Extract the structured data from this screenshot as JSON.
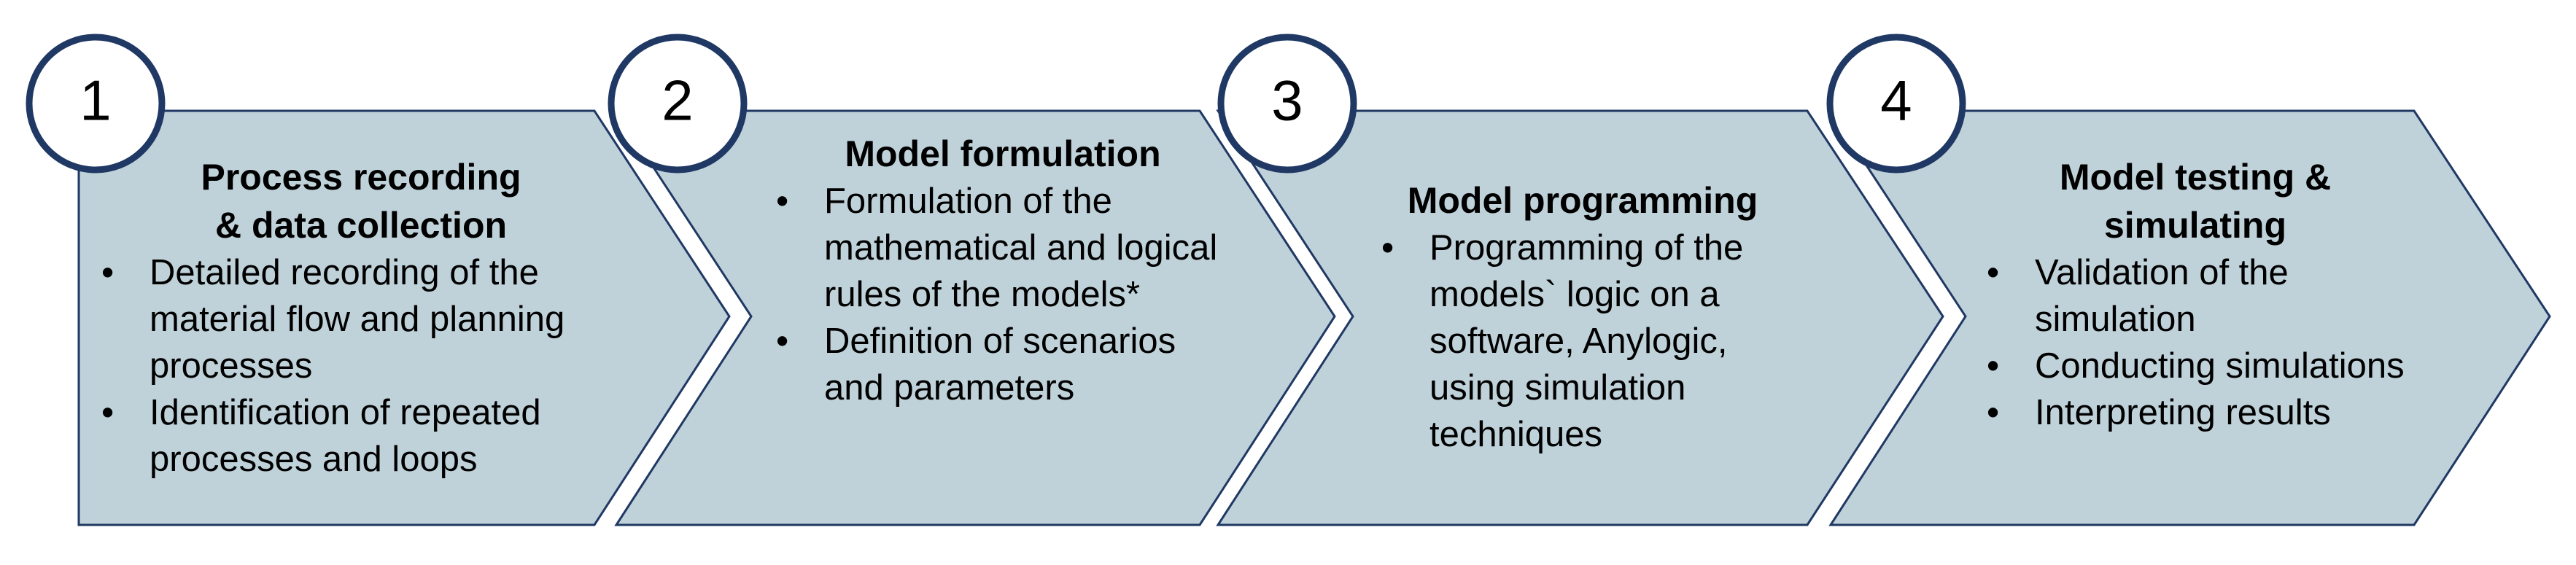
{
  "colors": {
    "fill": "#bfd1d9",
    "stroke": "#1f3864",
    "circle_fill": "#ffffff"
  },
  "steps": [
    {
      "number": "1",
      "title": [
        "Process recording",
        "& data collection"
      ],
      "bullets": [
        "Detailed recording of the material flow and planning processes",
        "Identification of repeated processes and loops"
      ]
    },
    {
      "number": "2",
      "title": [
        "Model formulation"
      ],
      "bullets": [
        "Formulation of the mathematical and logical rules of the models*",
        "Definition of scenarios and parameters"
      ]
    },
    {
      "number": "3",
      "title": [
        "Model programming"
      ],
      "bullets": [
        "Programming of the models` logic on a software, Anylogic, using simulation techniques"
      ]
    },
    {
      "number": "4",
      "title": [
        "Model testing &",
        "simulating"
      ],
      "bullets": [
        "Validation of the simulation",
        "Conducting simulations",
        "Interpreting results"
      ]
    }
  ]
}
